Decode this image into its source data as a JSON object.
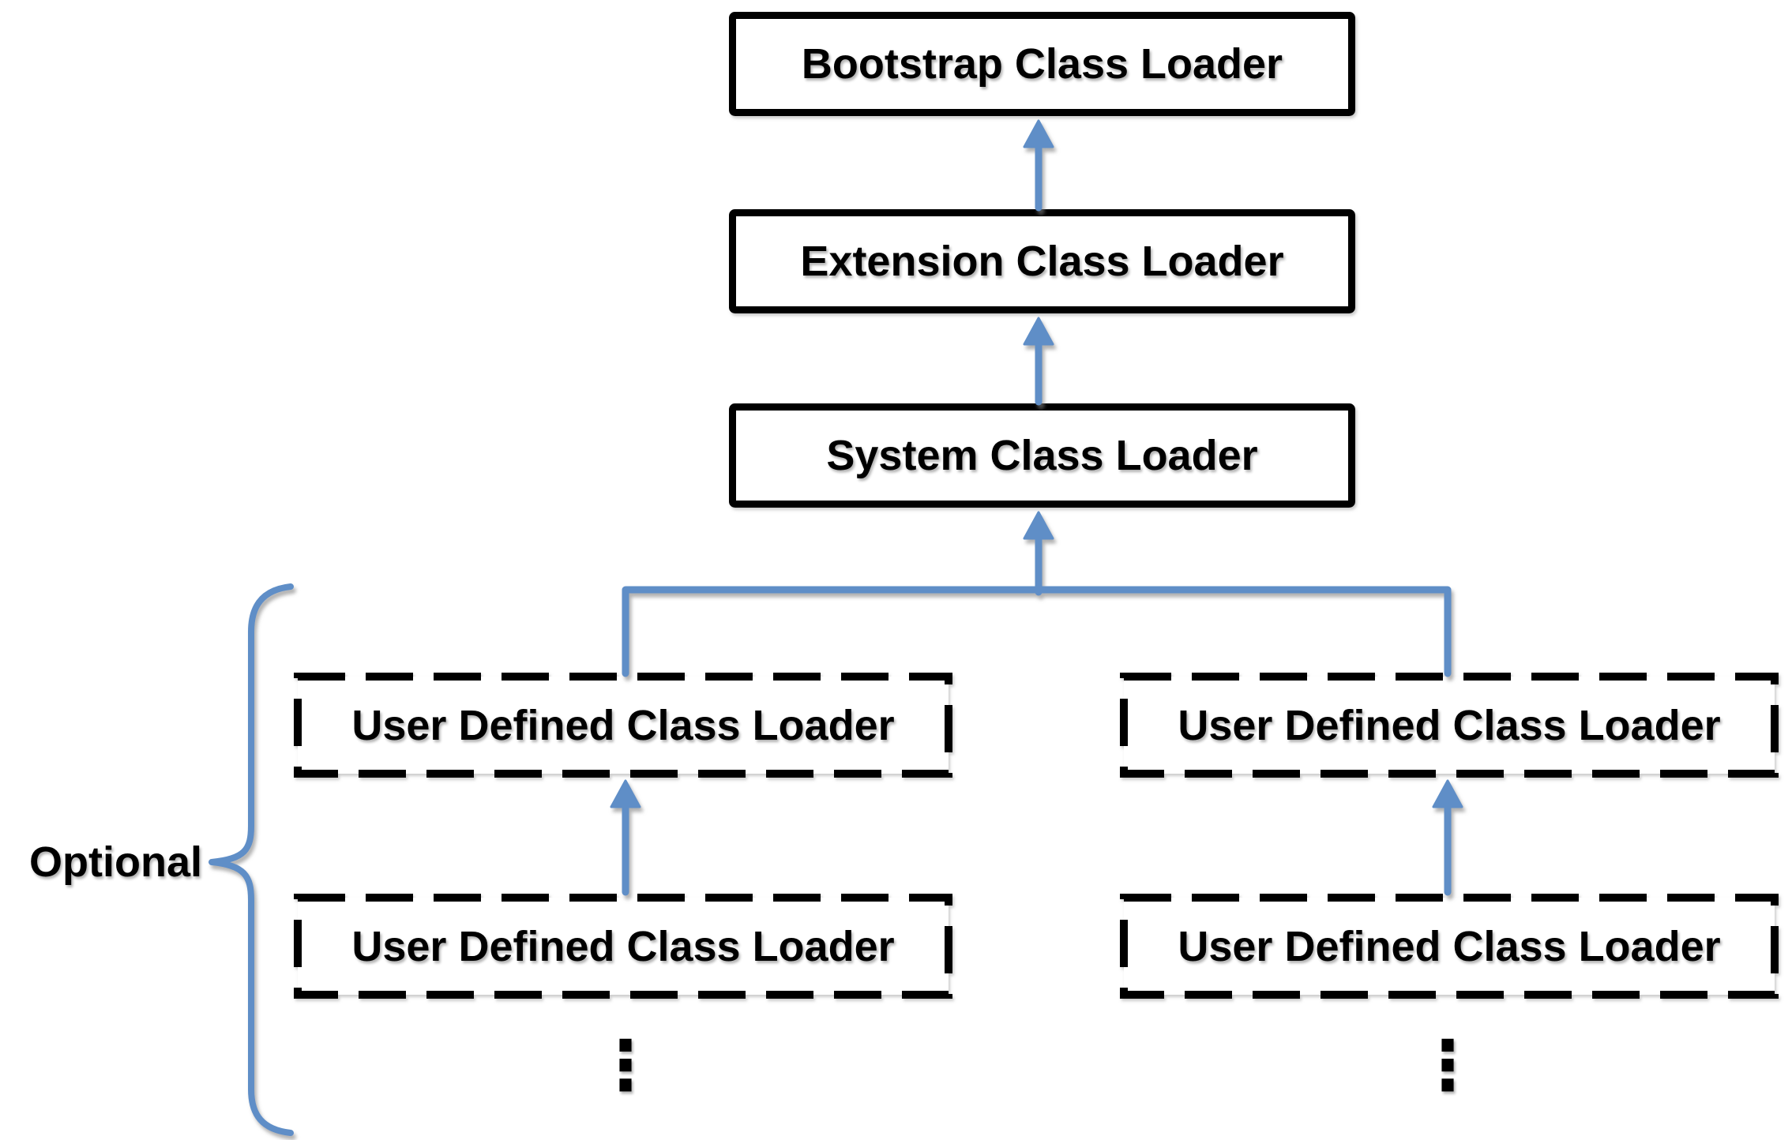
{
  "nodes": {
    "bootstrap": {
      "label": "Bootstrap Class Loader",
      "border": "solid"
    },
    "extension": {
      "label": "Extension Class Loader",
      "border": "solid"
    },
    "system": {
      "label": "System Class Loader",
      "border": "solid"
    },
    "user_defined_top_left": {
      "label": "User Defined Class Loader",
      "border": "dashed"
    },
    "user_defined_top_right": {
      "label": "User Defined Class Loader",
      "border": "dashed"
    },
    "user_defined_bottom_left": {
      "label": "User Defined Class Loader",
      "border": "dashed"
    },
    "user_defined_bottom_right": {
      "label": "User Defined Class Loader",
      "border": "dashed"
    }
  },
  "edges": [
    {
      "from": "extension",
      "to": "bootstrap"
    },
    {
      "from": "system",
      "to": "extension"
    },
    {
      "from": "user_defined_top_left",
      "to": "system"
    },
    {
      "from": "user_defined_top_right",
      "to": "system"
    },
    {
      "from": "user_defined_bottom_left",
      "to": "user_defined_top_left"
    },
    {
      "from": "user_defined_bottom_right",
      "to": "user_defined_top_right"
    }
  ],
  "annotations": {
    "optional_label": "Optional",
    "ellipsis_glyph": "⋮"
  },
  "colors": {
    "connector_blue": "#5F8EC7",
    "box_border": "#000000",
    "text": "#000000",
    "background": "#FFFFFF"
  }
}
